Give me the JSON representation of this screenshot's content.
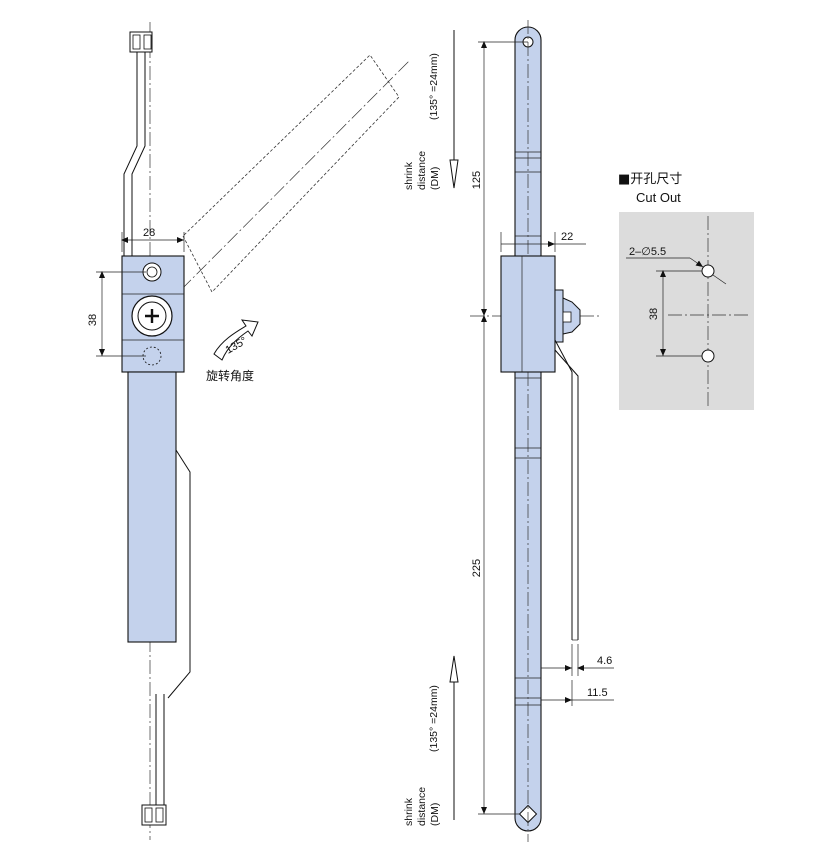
{
  "front_view": {
    "width_dim": "28",
    "hole_pitch_dim": "38",
    "rotation_angle": "135°",
    "rotation_caption": "旋转角度"
  },
  "side_view": {
    "upper_length_dim": "125",
    "lower_length_dim": "225",
    "housing_depth_dim": "22",
    "rod_thickness_dim": "4.6",
    "rod_offset_dim": "11.5",
    "shrink_top": {
      "line1": "shrink",
      "line2": "distance",
      "line3": "(DM)",
      "line4": "(135°  =24mm)"
    },
    "shrink_bottom": {
      "line1": "shrink",
      "line2": "distance",
      "line3": "(DM)",
      "line4": "(135°  =24mm)"
    }
  },
  "cutout": {
    "title_cn": "■开孔尺寸",
    "title_en": "Cut Out",
    "hole_spec": "2–∅5.5",
    "hole_pitch_dim": "38"
  },
  "colors": {
    "part_fill": "#c4d2ec",
    "cutout_panel": "#dcdcdc",
    "line": "#111111"
  }
}
